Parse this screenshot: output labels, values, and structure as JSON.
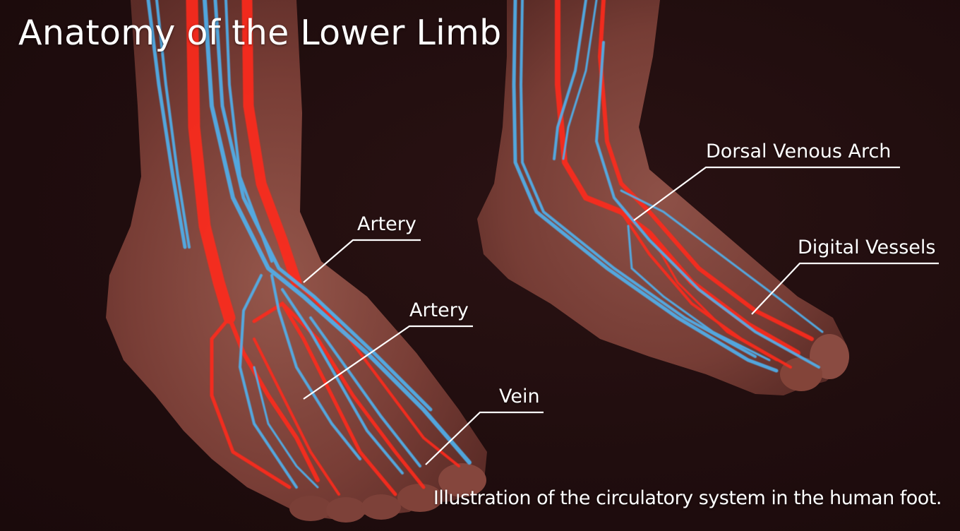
{
  "title": "Anatomy of the Lower Limb",
  "caption": "Illustration of the circulatory system in the human foot.",
  "colors": {
    "background": "#200d0e",
    "skin": "#8a4a40",
    "artery": "#ff2a1a",
    "vein": "#4fb2f0",
    "label_text": "#ffffff",
    "leader_line": "#ffffff"
  },
  "labels": [
    {
      "id": "artery-upper",
      "text": "Artery"
    },
    {
      "id": "artery-lower",
      "text": "Artery"
    },
    {
      "id": "vein",
      "text": "Vein"
    },
    {
      "id": "dorsal-venous-arch",
      "text": "Dorsal Venous Arch"
    },
    {
      "id": "digital-vessels",
      "text": "Digital Vessels"
    }
  ]
}
